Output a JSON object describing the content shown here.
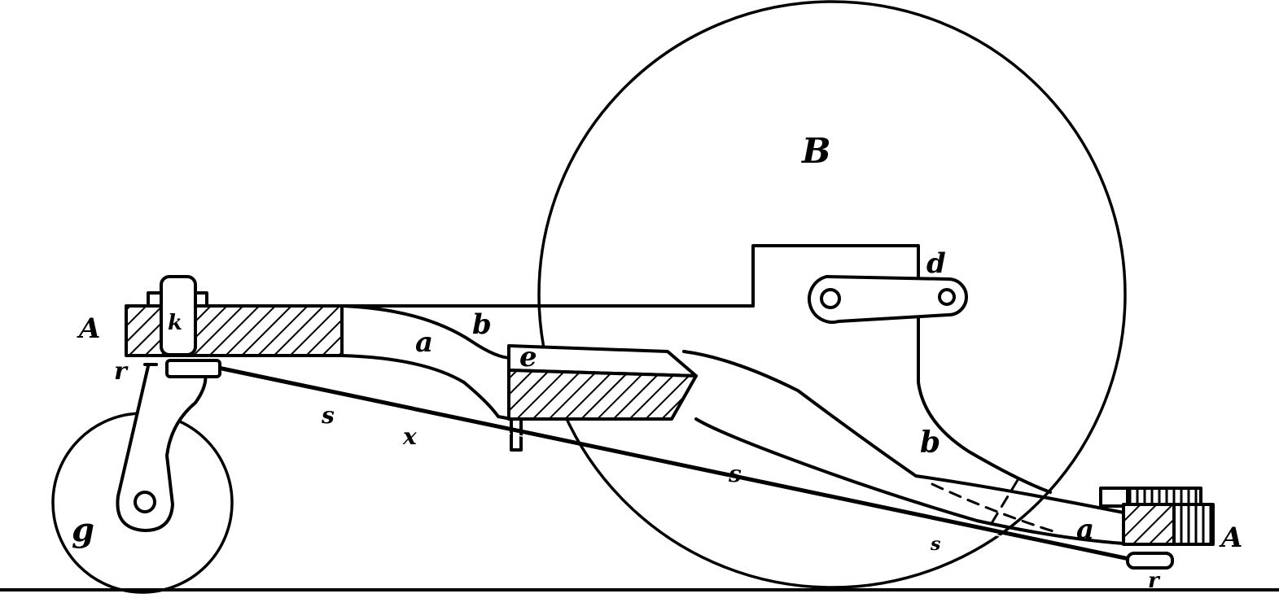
{
  "figure": {
    "labels": {
      "A_left": "A",
      "A_right": "A",
      "B": "B",
      "a_upper": "a",
      "a_lower": "a",
      "b_upper": "b",
      "b_lower": "b",
      "d": "d",
      "e": "e",
      "g": "g",
      "k": "k",
      "r_left": "r",
      "r_right": "r",
      "s_upper": "s",
      "s_middle": "s",
      "s_lower": "s",
      "x": "x"
    },
    "colors": {
      "ink": "#000000",
      "paper": "#ffffff"
    }
  }
}
